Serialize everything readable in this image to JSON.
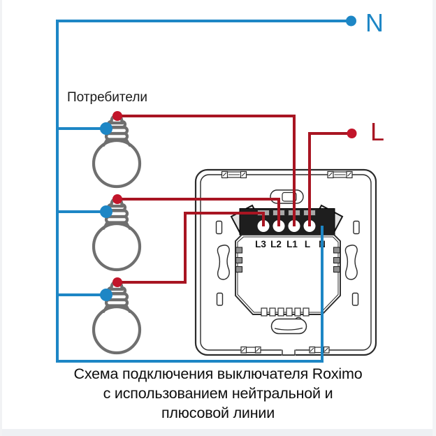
{
  "labels": {
    "consumers": "Потребители",
    "neutral_source": "N",
    "line_source": "L"
  },
  "switch": {
    "terminal_labels": [
      "L3",
      "L2",
      "L1",
      "L",
      "N"
    ]
  },
  "caption": {
    "line1": "Схема подключения выключателя Roximo",
    "line2": "с использованием нейтральной и",
    "line3": "плюсовой линии"
  },
  "colors": {
    "neutral_blue": "#1d86c5",
    "line_red": "#a81522",
    "dot_red": "#c2152a",
    "bulb_gray": "#6f6f6f",
    "outline": "#2b2b2b",
    "terminal_block": "#1e1e1e"
  }
}
